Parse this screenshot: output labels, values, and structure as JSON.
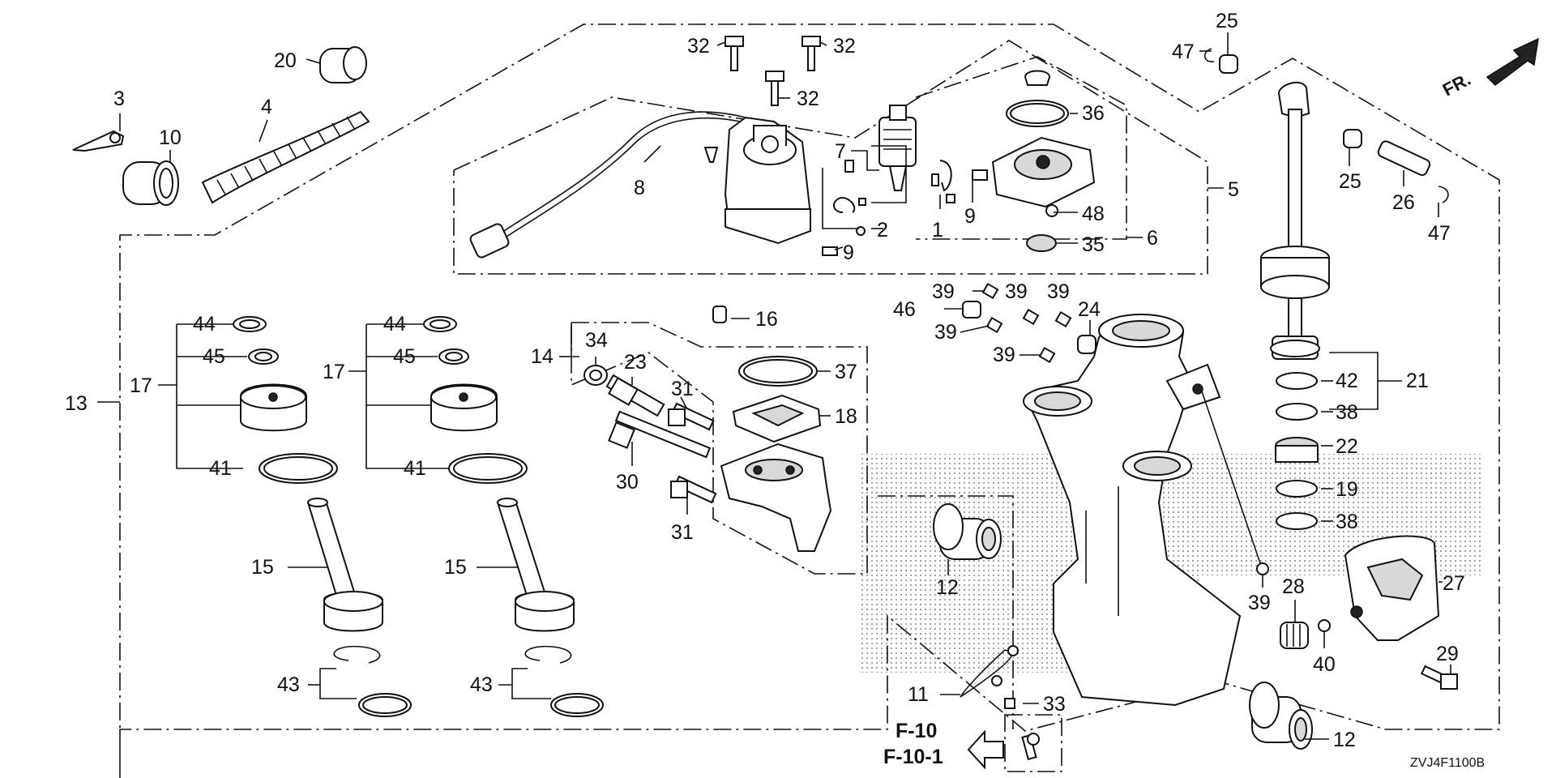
{
  "diagram_code": "ZVJ4F1100B",
  "direction": "FR.",
  "references": [
    "F-10",
    "F-10-1"
  ],
  "callouts": {
    "c1": "1",
    "c2": "2",
    "c3": "3",
    "c4": "4",
    "c5": "5",
    "c6": "6",
    "c7": "7",
    "c8": "8",
    "c9a": "9",
    "c9b": "9",
    "c10": "10",
    "c11": "11",
    "c12a": "12",
    "c12b": "12",
    "c13": "13",
    "c14": "14",
    "c15a": "15",
    "c15b": "15",
    "c16": "16",
    "c17a": "17",
    "c17b": "17",
    "c18": "18",
    "c19": "19",
    "c20": "20",
    "c21": "21",
    "c22": "22",
    "c23": "23",
    "c24": "24",
    "c25a": "25",
    "c25b": "25",
    "c26": "26",
    "c27": "27",
    "c28": "28",
    "c29": "29",
    "c30": "30",
    "c31a": "31",
    "c31b": "31",
    "c32a": "32",
    "c32b": "32",
    "c32c": "32",
    "c33": "33",
    "c34": "34",
    "c35": "35",
    "c36": "36",
    "c37": "37",
    "c38a": "38",
    "c38b": "38",
    "c39a": "39",
    "c39b": "39",
    "c39c": "39",
    "c39d": "39",
    "c39e": "39",
    "c39f": "39",
    "c40": "40",
    "c41a": "41",
    "c41b": "41",
    "c42": "42",
    "c43a": "43",
    "c43b": "43",
    "c44a": "44",
    "c44b": "44",
    "c45a": "45",
    "c45b": "45",
    "c46": "46",
    "c47a": "47",
    "c47b": "47",
    "c48": "48"
  }
}
